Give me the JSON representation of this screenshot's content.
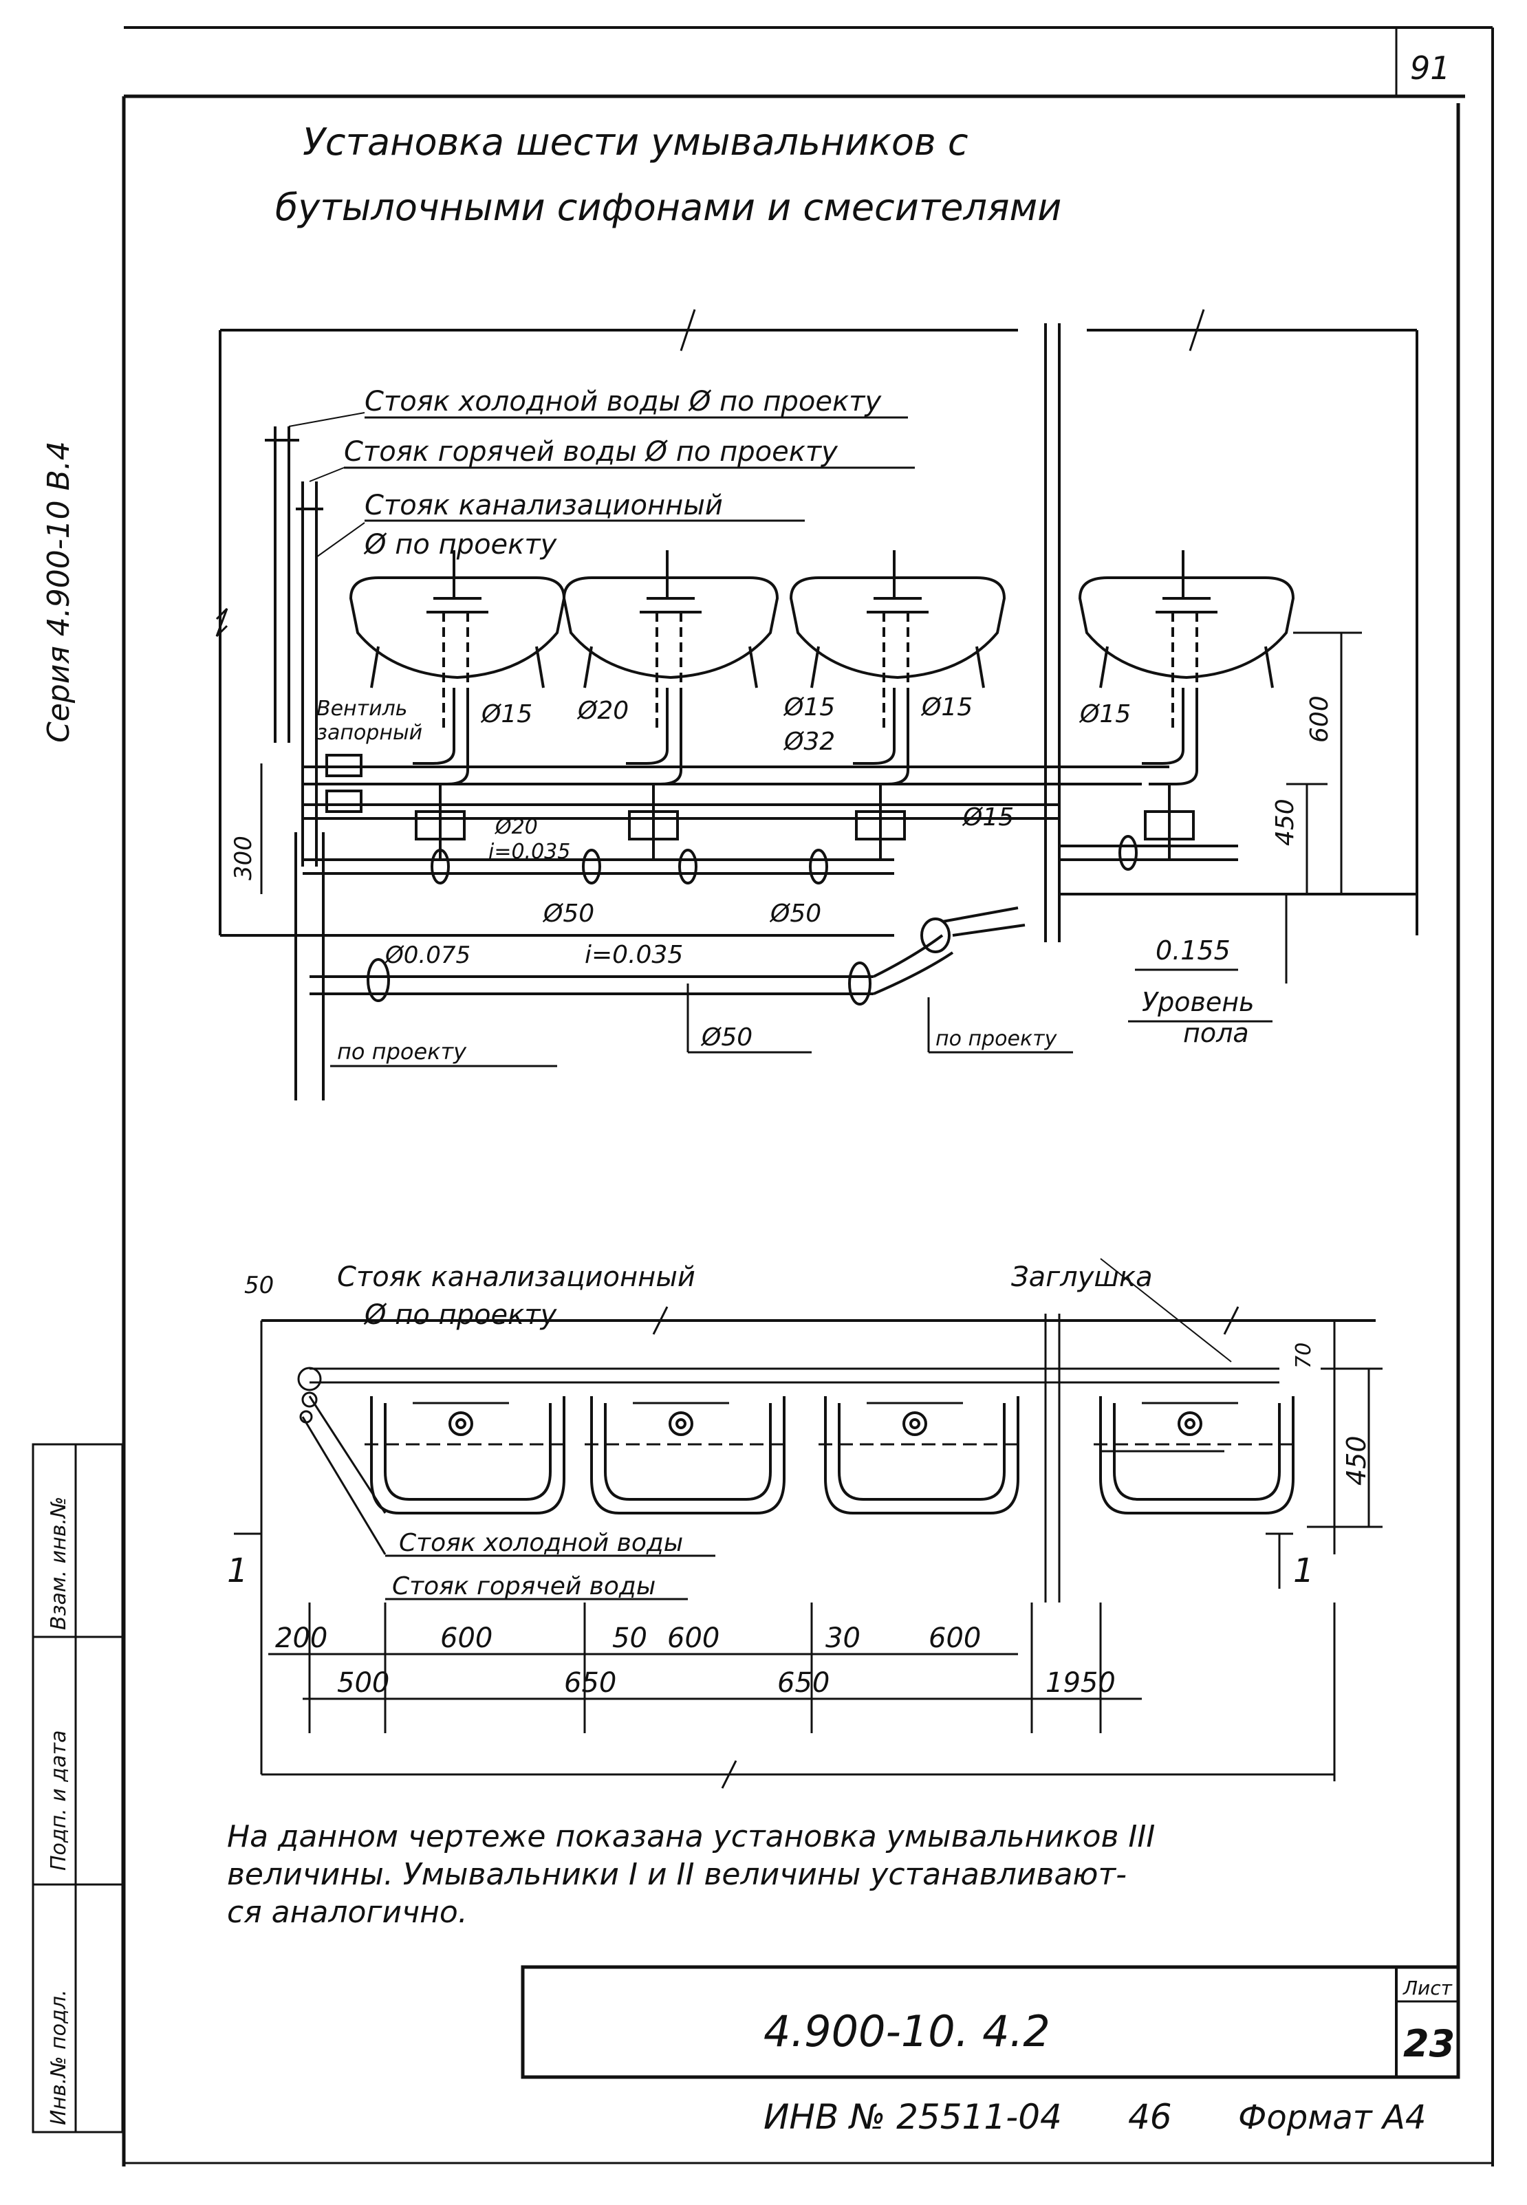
{
  "sheet_number": "91",
  "title": {
    "line1": "Установка шести умывальников с",
    "line2": "бутылочными сифонами и смесителями"
  },
  "side_series": "Серия 4.900-10 В.4",
  "stamp_columns": [
    "Инв.№ подл.",
    "Подп. и дата",
    "Взам. инв.№"
  ],
  "elevation": {
    "labels": {
      "cold_riser": "Стояк холодной воды Ø по проекту",
      "hot_riser": "Стояк горячей воды Ø по проекту",
      "sewer_riser_1": "Стояк канализационный",
      "sewer_riser_2": "Ø по проекту",
      "valve_1": "Вентиль",
      "valve_2": "запорный",
      "d15_a": "Ø15",
      "d20": "Ø20",
      "d15_b": "Ø15",
      "d15_c": "Ø15",
      "d15_d": "Ø15",
      "d15_e": "Ø15",
      "d32": "Ø32",
      "d20_slope": "Ø20",
      "slope_a": "i=0.035",
      "d50_a": "Ø50",
      "d50_b": "Ø50",
      "d075": "Ø0.075",
      "slope_b": "i=0.035",
      "d50_c": "Ø50",
      "by_project_a": "по проекту",
      "by_project_b": "по проекту",
      "mark_0155": "0.155",
      "floor_1": "Уровень",
      "floor_2": "пола",
      "dim_600": "600",
      "dim_450": "450",
      "dim_300": "300"
    }
  },
  "plan": {
    "labels": {
      "sewer_riser_1": "Стояк канализационный",
      "sewer_riser_2": "Ø по проекту",
      "plug": "Заглушка",
      "dim_50": "50",
      "dim_70": "70",
      "dim_450": "450",
      "cold_riser": "Стояк холодной воды",
      "hot_riser": "Стояк горячей воды",
      "section_left": "1",
      "section_right": "1"
    },
    "dims_row1": [
      "200",
      "600",
      "50",
      "600",
      "30",
      "600"
    ],
    "dims_row2": [
      "500",
      "650",
      "650",
      "1950"
    ]
  },
  "note": {
    "line1": "На данном чертеже показана установка умывальников III",
    "line2": "величины. Умывальники I и II величины устанавливают-",
    "line3": "ся аналогично."
  },
  "title_block": {
    "doc_code": "4.900-10. 4.2",
    "sheet_label": "Лист",
    "sheet_no": "23"
  },
  "footer": {
    "inv": "ИНВ № 25511-04",
    "num": "46",
    "format": "Формат А4"
  }
}
